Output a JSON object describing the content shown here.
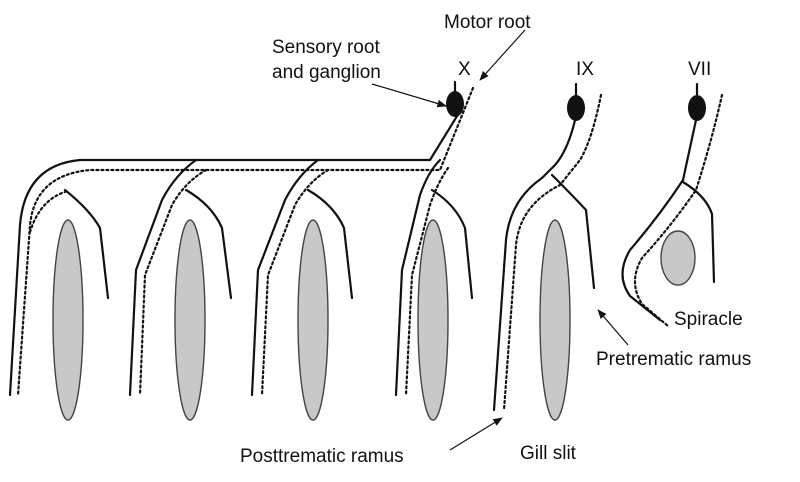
{
  "labels": {
    "motor_root": "Motor root",
    "sensory_root_line1": "Sensory root",
    "sensory_root_line2": "and ganglion",
    "nerve_x": "X",
    "nerve_ix": "IX",
    "nerve_vii": "VII",
    "spiracle": "Spiracle",
    "pretrematic": "Pretrematic ramus",
    "posttrematic": "Posttrematic ramus",
    "gill_slit": "Gill slit"
  },
  "colors": {
    "line": "#111111",
    "slit_fill": "#c8c8c8",
    "background": "#ffffff"
  }
}
